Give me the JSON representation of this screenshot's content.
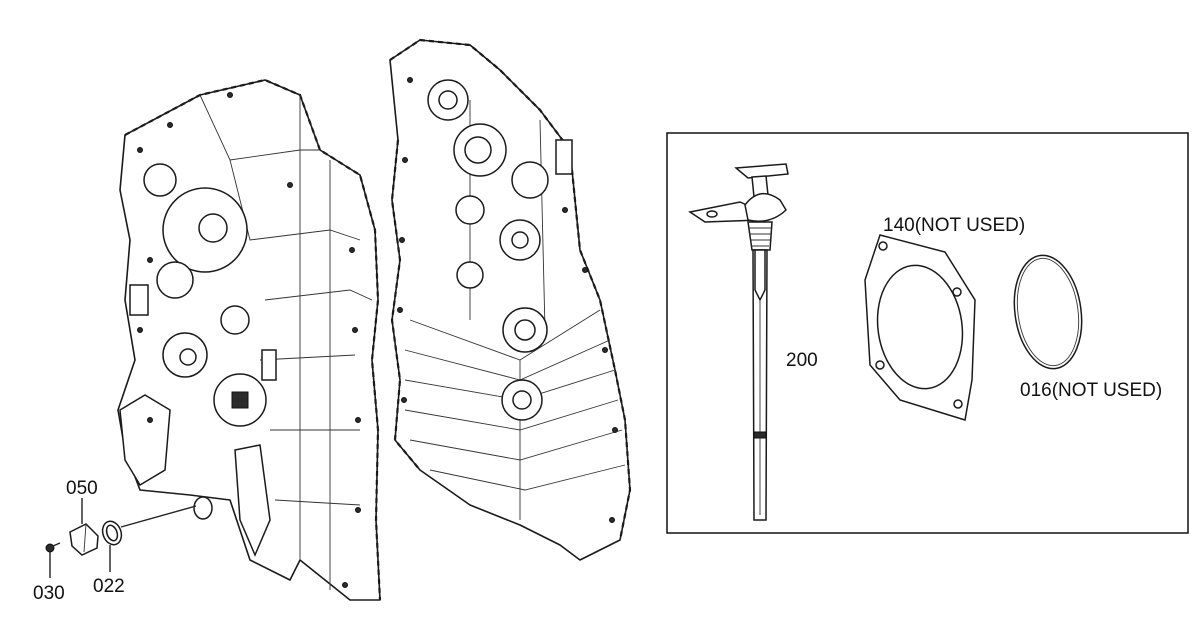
{
  "labels": {
    "p030": "030",
    "p050": "050",
    "p022": "022",
    "p200": "200",
    "p140": "140(NOT USED)",
    "p016": "016(NOT USED)"
  }
}
